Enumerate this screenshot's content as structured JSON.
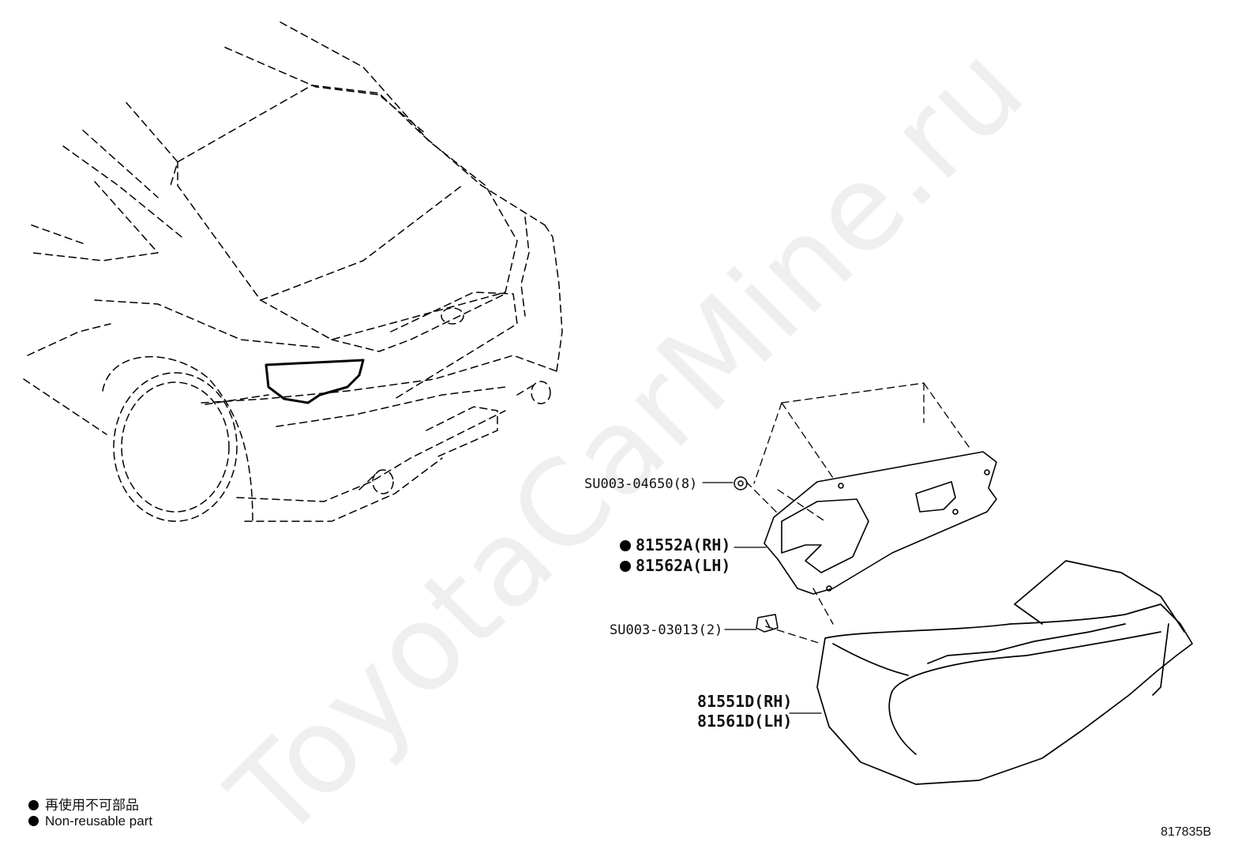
{
  "watermark": "ToyotaCarMine.ru",
  "callouts": {
    "clip": "SU003-04650(8)",
    "gasket_rh": "81552A(RH)",
    "gasket_lh": "81562A(LH)",
    "nut": "SU003-03013(2)",
    "lamp_rh": "81551D(RH)",
    "lamp_lh": "81561D(LH)"
  },
  "legend": {
    "jp": "再使用不可部品",
    "en": "Non-reusable part"
  },
  "figure_code": "817835B"
}
